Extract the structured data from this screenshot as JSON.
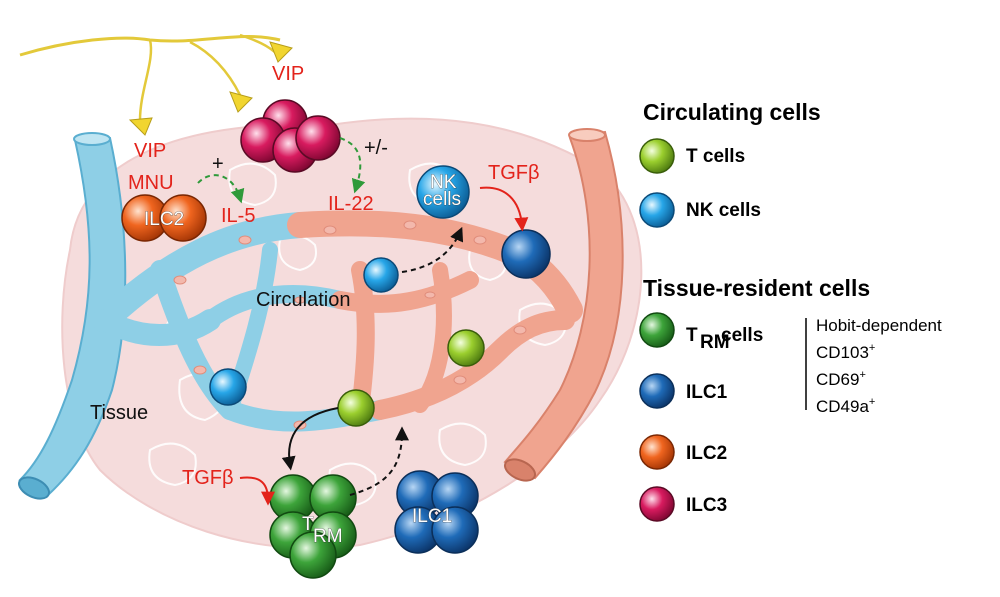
{
  "diagram": {
    "labels": {
      "vip_top": "VIP",
      "vip_left": "VIP",
      "mnu": "MNU",
      "plus": "+",
      "plus_minus": "+/-",
      "il5": "IL-5",
      "il22": "IL-22",
      "tgfb_top": "TGFβ",
      "tgfb_bottom": "TGFβ",
      "circulation": "Circulation",
      "tissue": "Tissue",
      "ilc2_cell": "ILC2",
      "nk_cell_line1": "NK",
      "nk_cell_line2": "cells",
      "ilc1_cell": "ILC1",
      "trm_cell_main": "T",
      "trm_cell_sub": "RM"
    }
  },
  "legend": {
    "circulating_title": "Circulating cells",
    "circulating_items": [
      {
        "label": "T cells",
        "color": "#9bcf2e"
      },
      {
        "label": "NK cells",
        "color": "#27a6e8"
      }
    ],
    "resident_title": "Tissue-resident cells",
    "resident_items": [
      {
        "label_main": "T",
        "label_sub": "RM",
        "label_tail": " cells",
        "color": "#3da43a"
      },
      {
        "label_main": "ILC1",
        "label_sub": "",
        "label_tail": "",
        "color": "#1f6bb8"
      },
      {
        "label_main": "ILC2",
        "label_sub": "",
        "label_tail": "",
        "color": "#f0651f"
      },
      {
        "label_main": "ILC3",
        "label_sub": "",
        "label_tail": "",
        "color": "#d81b5f"
      }
    ],
    "markers": [
      {
        "main": "Hobit-dependent",
        "sup": ""
      },
      {
        "main": "CD103",
        "sup": "+"
      },
      {
        "main": "CD69",
        "sup": "+"
      },
      {
        "main": "CD49a",
        "sup": "+"
      }
    ]
  },
  "colors": {
    "vein": "#8ecfe6",
    "artery": "#f0a48f",
    "tissue": "#f5dcdc",
    "arrow_green": "#2f9a3a",
    "arrow_red": "#e3231b",
    "label_red": "#e3231b"
  }
}
